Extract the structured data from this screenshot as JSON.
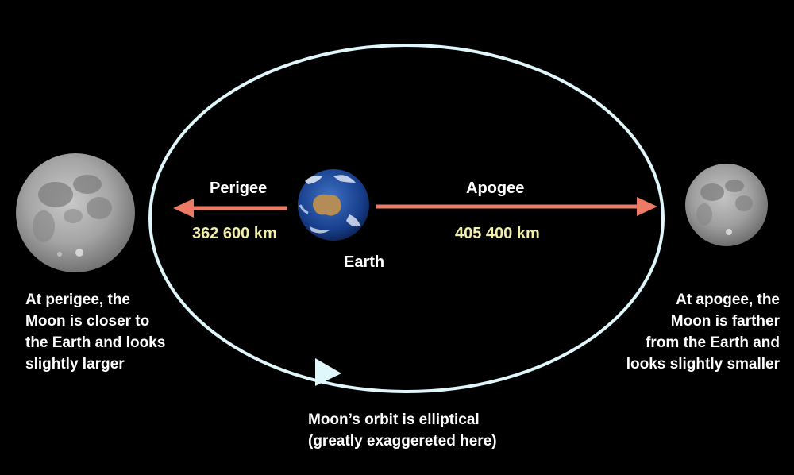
{
  "colors": {
    "background": "#000000",
    "orbit": "#dff7fb",
    "arrow": "#ec7a65",
    "distance_text": "#f1efa8",
    "label_text": "#ffffff"
  },
  "labels": {
    "perigee": "Perigee",
    "apogee": "Apogee",
    "earth": "Earth",
    "perigee_distance": "362 600 km",
    "apogee_distance": "405 400 km"
  },
  "captions": {
    "perigee": [
      "At perigee, the",
      "Moon is closer to",
      "the Earth and looks",
      "slightly larger"
    ],
    "apogee": [
      "At apogee, the",
      "Moon is farther",
      "from the Earth and",
      "looks slightly smaller"
    ],
    "orbit": [
      "Moon’s orbit is elliptical",
      "(greatly exaggereted here)"
    ]
  },
  "icons": {
    "earth": "earth-globe-icon",
    "moon_perigee": "full-moon-large-icon",
    "moon_apogee": "full-moon-small-icon",
    "orbit_direction": "orbit-direction-arrowhead-icon"
  }
}
